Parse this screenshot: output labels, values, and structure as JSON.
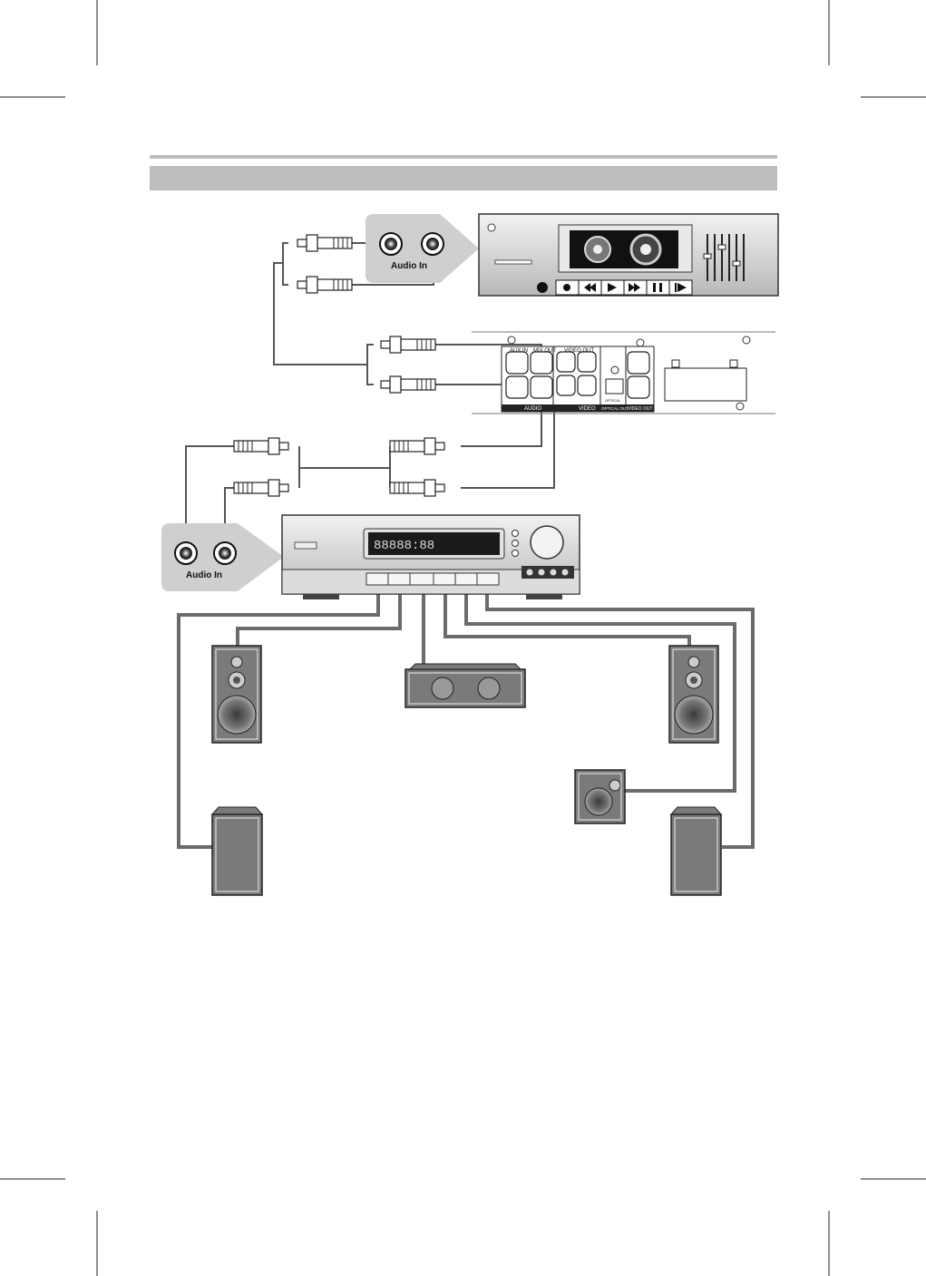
{
  "bubbles": {
    "top_label": "Audio In",
    "bottom_label": "Audio In"
  },
  "player_panel": {
    "section_audio": "AUDIO",
    "section_video": "VIDEO",
    "section_optical": "OPTICAL OUT",
    "section_video_out": "VIDEO OUT",
    "aux_in": "AUX IN",
    "mix_out": "MIX OUT",
    "video_out_top": "VIDEO OUT",
    "optical": "OPTICAL"
  },
  "receiver": {
    "display_text": "88888:88"
  },
  "colors": {
    "cable": "#6b6b6b",
    "band": "#bdbdbd",
    "bubble": "#cfcfcf",
    "device_body": "#d4d4d4",
    "speaker_body": "#7a7a7a",
    "display": "#1a1a1a"
  }
}
